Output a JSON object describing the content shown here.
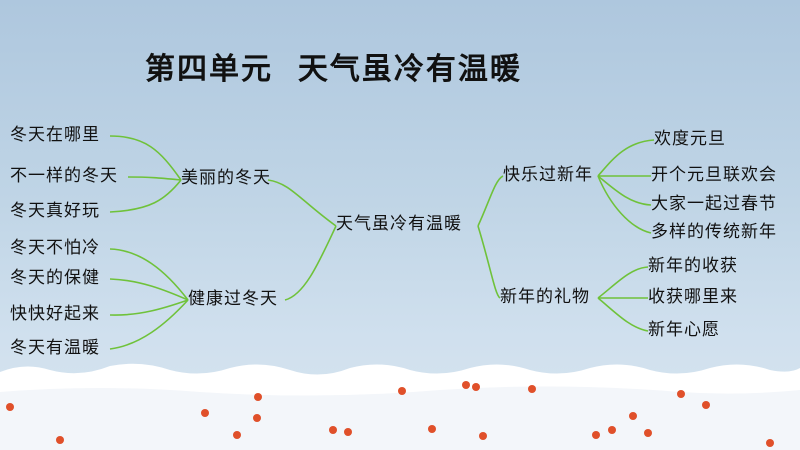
{
  "title": "第四单元  天气虽冷有温暖",
  "colors": {
    "line": "#6fc23a",
    "sky_top": "#aec7de",
    "sky_bottom": "#d8e5f0",
    "snow": "#ffffff",
    "berry": "#e0502a"
  },
  "mindmap": {
    "center": "天气虽冷有温暖",
    "left": [
      {
        "label": "美丽的冬天",
        "children": [
          "冬天在哪里",
          "不一样的冬天",
          "冬天真好玩"
        ]
      },
      {
        "label": "健康过冬天",
        "children": [
          "冬天不怕冷",
          "冬天的保健",
          "快快好起来",
          "冬天有温暖"
        ]
      }
    ],
    "right": [
      {
        "label": "快乐过新年",
        "children": [
          "欢度元旦",
          "开个元旦联欢会",
          "大家一起过春节",
          "多样的传统新年"
        ]
      },
      {
        "label": "新年的礼物",
        "children": [
          "新年的收获",
          "收获哪里来",
          "新年心愿"
        ]
      }
    ]
  }
}
